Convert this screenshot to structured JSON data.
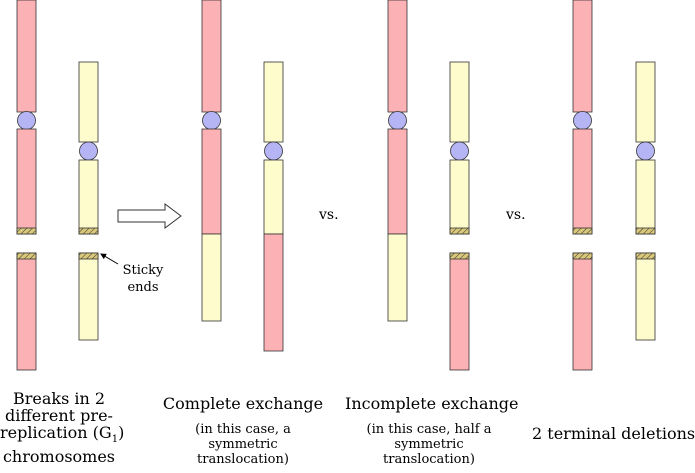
{
  "colors": {
    "pink": "#fcb1b4",
    "yellow": "#fefbcc",
    "centromere": "#b5b5f6",
    "hatch_fill": "#d9c77a",
    "outline": "#333333"
  },
  "panels": {
    "breaks": {
      "caption_line1": "Breaks in 2",
      "caption_line2": "different pre-",
      "caption_line3a": "replication (G",
      "caption_line3_sub": "1",
      "caption_line3b": ")",
      "caption_line4": "chromosomes"
    },
    "complete": {
      "caption": "Complete exchange",
      "note_line1": "(in this case, a",
      "note_line2": "symmetric",
      "note_line3": "translocation)"
    },
    "incomplete": {
      "caption": "Incomplete exchange",
      "note_line1": "(in this case, half a",
      "note_line2": "symmetric",
      "note_line3": "translocation)"
    },
    "deletions": {
      "caption": "2 terminal deletions"
    }
  },
  "annotations": {
    "sticky_line1": "Sticky",
    "sticky_line2": "ends",
    "vs_label": "vs."
  }
}
